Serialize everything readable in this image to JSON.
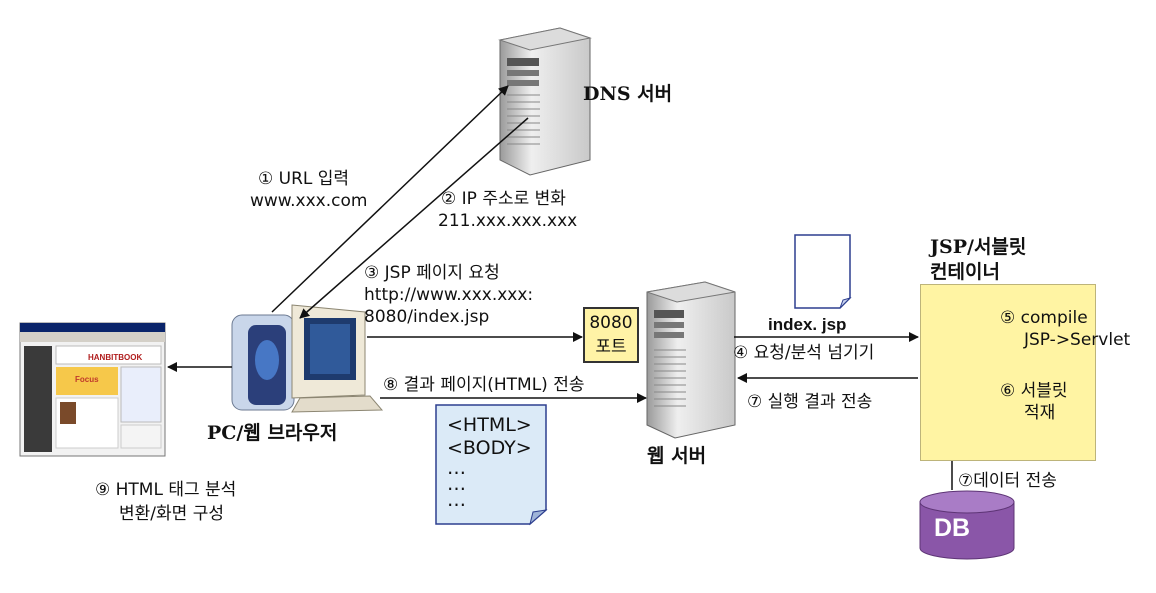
{
  "nodes": {
    "dns_server": "DNS 서버",
    "pc_browser": "PC/웹 브라우저",
    "web_server": "웹 서버",
    "container_title": [
      "JSP/서블릿",
      "컨테이너"
    ],
    "port_box": [
      "8080",
      "포트"
    ],
    "db": "DB"
  },
  "steps": {
    "s1": [
      "① URL 입력",
      "www.xxx.com"
    ],
    "s2": [
      "② IP 주소로 변화",
      "211.xxx.xxx.xxx"
    ],
    "s3": [
      "③ JSP 페이지 요청",
      "http://www.xxx.xxx:",
      "8080/index.jsp"
    ],
    "s4": "④ 요청/분석 넘기기",
    "s5": [
      "⑤ compile",
      "JSP->Servlet"
    ],
    "s6": [
      "⑥ 서블릿",
      "적재"
    ],
    "s7": "⑦ 실행 결과 전송",
    "s7b": "⑦데이터 전송",
    "s8": "⑧ 결과 페이지(HTML) 전송",
    "s9": [
      "⑨ HTML 태그 분석",
      "변환/화면 구성"
    ]
  },
  "documents": {
    "jsp_doc_label": "index. jsp",
    "html_doc": [
      "<HTML>",
      "<BODY>",
      "…",
      "…",
      "…"
    ]
  },
  "browser_screenshot": {
    "logo": "HANBITBOOK",
    "banner": "Focus"
  },
  "colors": {
    "port_box": "#fff3a6",
    "container": "#fff4a3",
    "document": "#dbeaf7",
    "db": "#8a56a8"
  }
}
